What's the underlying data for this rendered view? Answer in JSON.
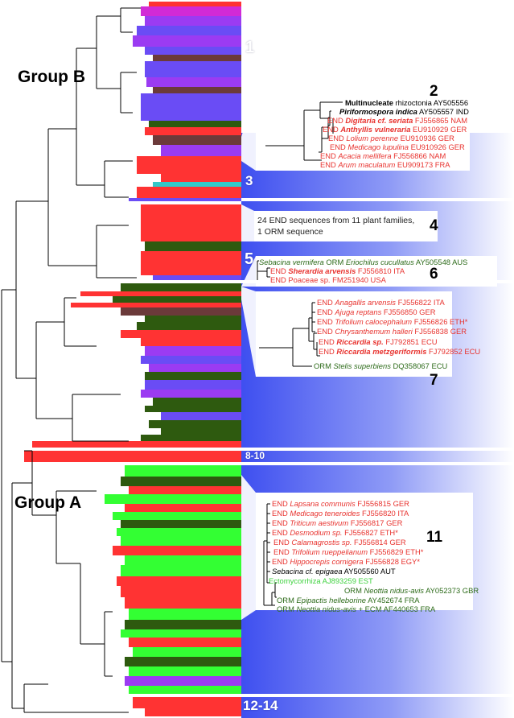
{
  "groups": {
    "group_b": "Group B",
    "group_a": "Group A"
  },
  "clades": {
    "c1": "1",
    "c3": "3",
    "c5": "5",
    "c8_10": "8-10",
    "c12_14": "12-14"
  },
  "panels": {
    "p2": "2",
    "p4": "4",
    "p6": "6",
    "p7": "7",
    "p11": "11"
  },
  "colors": {
    "red": "#ff3333",
    "purple": "#9b3bf2",
    "blue_violet": "#6a4cf5",
    "dark_green": "#2e5a0f",
    "bright_green": "#33ff33",
    "teal": "#33c9c9",
    "brown": "#6b3a3a",
    "magenta": "#d22ad6",
    "gradient_blue": "#3e4ff0"
  },
  "inset2": {
    "l1": {
      "name": "Multinucleate",
      "rest": " rhizoctonia AY505556"
    },
    "l2": {
      "name": "Piriformospora indica",
      "rest": " AY505557 IND"
    },
    "l3": {
      "pre": "END ",
      "name": "Digitaria cf. seriata",
      "rest": " FJ556865 NAM"
    },
    "l4": {
      "pre": "END ",
      "name": "Anthyllis vulneraria",
      "rest": " EU910929 GER"
    },
    "l5": {
      "pre": "END ",
      "name": "Lolium perenne",
      "rest": " EU910936 GER"
    },
    "l6": {
      "pre": "END ",
      "name": "Medicago lupulina",
      "rest": " EU910926 GER"
    },
    "l7": {
      "pre": "END ",
      "name": "Acacia mellifera",
      "rest": " FJ556866 NAM"
    },
    "l8": {
      "pre": "END ",
      "name": "Arum maculatum",
      "rest": " EU909173 FRA"
    }
  },
  "inset4": {
    "line1": "24 END sequences from 11 plant families,",
    "line2": "1 ORM sequence"
  },
  "inset6": {
    "l1": {
      "name": "Sebacina vermifera",
      "mid": " ORM ",
      "name2": "Eriochilus cucullatus",
      "rest": " AY505548 AUS"
    },
    "l2": {
      "pre": "END ",
      "name": "Sherardia arvensis",
      "rest": " FJ556810 ITA"
    },
    "l3": {
      "pre": "END ",
      "name": "Poaceae sp.",
      "rest": " FM251940 USA"
    }
  },
  "inset7": {
    "l1": {
      "pre": "END ",
      "name": "Anagallis arvensis",
      "rest": " FJ556822 ITA"
    },
    "l2": {
      "pre": "END ",
      "name": "Ajuga reptans",
      "rest": " FJ556850 GER"
    },
    "l3": {
      "pre": "END ",
      "name": "Trifolium calocephalum",
      "rest": " FJ556826 ETH*"
    },
    "l4": {
      "pre": "END ",
      "name": "Chrysanthemum halleri",
      "rest": " FJ556838 GER"
    },
    "l5": {
      "pre": "END ",
      "name": "Riccardia sp.",
      "rest": " FJ792851 ECU"
    },
    "l6": {
      "pre": "END ",
      "name": "Riccardia metzgeriformis",
      "rest": " FJ792852 ECU"
    },
    "l7": {
      "pre": "ORM ",
      "name": "Stelis superbiens",
      "rest": " DQ358067 ECU"
    }
  },
  "inset11": {
    "l1": {
      "pre": "END ",
      "name": "Lapsana communis",
      "rest": " FJ556815 GER"
    },
    "l2": {
      "pre": "END ",
      "name": "Medicago teneroides",
      "rest": " FJ556820 ITA"
    },
    "l3": {
      "pre": "END ",
      "name": "Triticum aestivum",
      "rest": " FJ556817 GER"
    },
    "l4": {
      "pre": "END ",
      "name": "Desmodium sp.",
      "rest": " FJ556827 ETH*"
    },
    "l5": {
      "pre": "END ",
      "name": "Calamagrostis sp.",
      "rest": " FJ556814 GER"
    },
    "l6": {
      "pre": "END ",
      "name": "Trifolium rueppelianum",
      "rest": " FJ556829 ETH*"
    },
    "l7": {
      "pre": "END ",
      "name": "Hippocrepis cornigera",
      "rest": " FJ556828 EGY*"
    },
    "l8": {
      "name": "Sebacina cf. epigaea",
      "rest": " AY505560 AUT"
    },
    "l9": {
      "text": "Ectomycorrhiza AJ893259 EST"
    },
    "l10": {
      "pre": "ORM ",
      "name": "Neottia nidus-avis",
      "rest": " AY052373 GBR"
    },
    "l11": {
      "pre": "ORM ",
      "name": "Epipactis helleborine",
      "rest": " AY452674 FRA"
    },
    "l12": {
      "pre": "ORM ",
      "name": "Neottia nidus-avis",
      "rest": " + ECM AF440653 FRA"
    }
  }
}
